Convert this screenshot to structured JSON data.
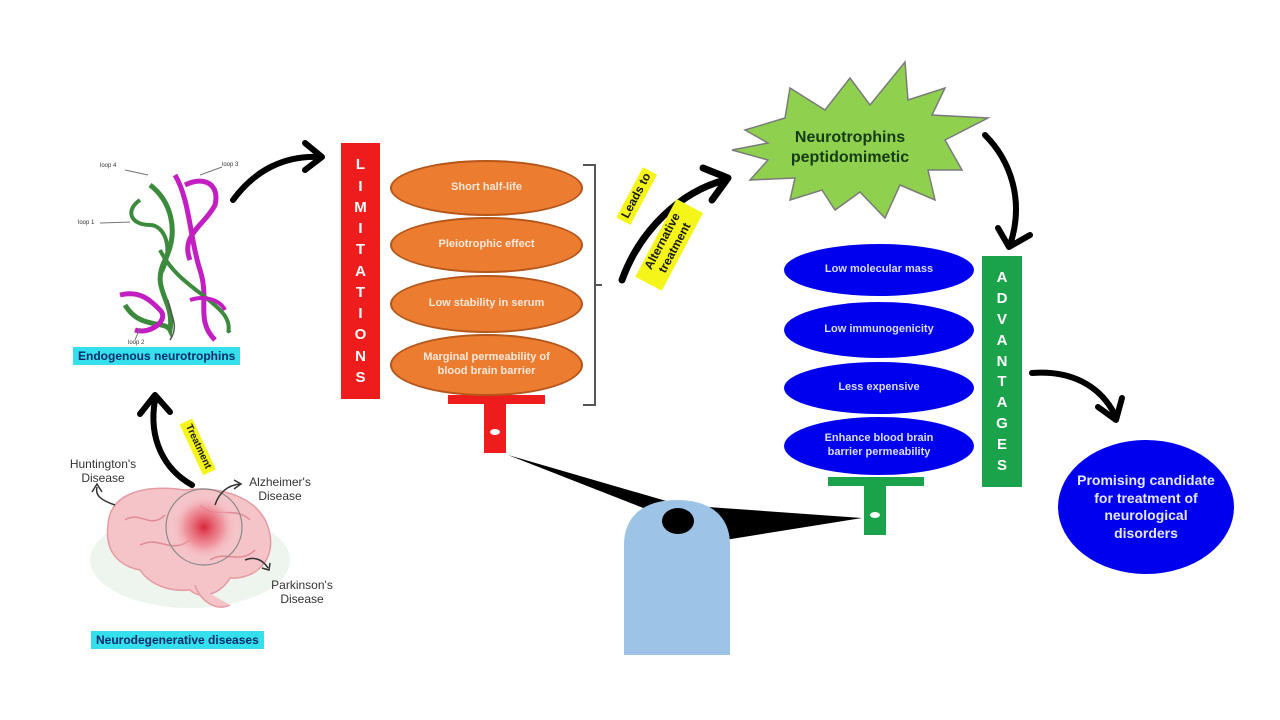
{
  "diagram": {
    "type": "balance-scale concept diagram",
    "left_side": {
      "structure_image": "neurotrophin-protein-ribbon-structure",
      "structure_loop_labels": [
        "loop 4",
        "loop 3",
        "loop 1",
        "loop 2"
      ],
      "structure_caption": "Endogenous neurotrophins",
      "brain_image": "brain-illustration",
      "brain_caption": "Neurodegenerative diseases",
      "diseases": [
        {
          "label": "Huntington's Disease"
        },
        {
          "label": "Alzheimer's Disease"
        },
        {
          "label": "Parkinson's Disease"
        }
      ],
      "treatment_arrow_label": "Treatment"
    },
    "limitations": {
      "title_letters": [
        "L",
        "I",
        "M",
        "I",
        "T",
        "A",
        "T",
        "I",
        "O",
        "N",
        "S"
      ],
      "title": "LIMITATIONS",
      "color": "#ee1c1c",
      "items": [
        "Short half-life",
        "Pleiotrophic effect",
        "Low stability in serum",
        "Marginal permeability of blood brain barrier"
      ],
      "item_color": "#ec7c30"
    },
    "transition": {
      "label_1": "Leads to",
      "label_2": "Alternative treatment",
      "label_color": "#f5f51a"
    },
    "center_burst": {
      "text": "Neurotrophins peptidomimetic",
      "color": "#8fd14f"
    },
    "advantages": {
      "title_letters": [
        "A",
        "D",
        "V",
        "A",
        "N",
        "T",
        "A",
        "G",
        "E",
        "S"
      ],
      "title": "ADVANTAGES",
      "color": "#1aa34a",
      "items": [
        "Low molecular mass",
        "Low immunogenicity",
        "Less expensive",
        "Enhance blood brain barrier permeability"
      ],
      "item_color": "#0000ee"
    },
    "outcome": {
      "text": "Promising candidate for treatment of neurological disorders",
      "color": "#0000ee"
    },
    "scale": {
      "fulcrum_color": "#9dc3e6",
      "beam_color": "#000000",
      "left_pan_color": "#ee1c1c",
      "right_pan_color": "#1aa34a"
    }
  }
}
